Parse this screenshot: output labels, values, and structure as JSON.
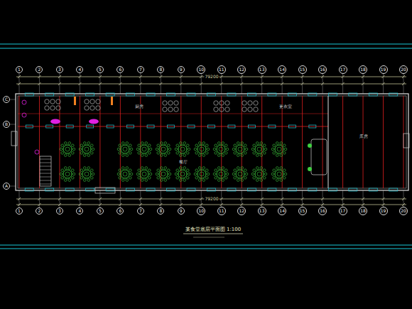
{
  "diagram": {
    "title": "某食堂底层平面图 1:100",
    "nodes": [
      {
        "text": [
          "1"
        ]
      },
      {
        "text": [
          "2"
        ]
      },
      {
        "text": [
          "3"
        ]
      },
      {
        "text": [
          "4"
        ]
      },
      {
        "text": [
          "5"
        ]
      },
      {
        "text": [
          "6"
        ]
      },
      {
        "text": [
          "7"
        ]
      },
      {
        "text": [
          "8"
        ]
      },
      {
        "text": [
          "9"
        ]
      },
      {
        "text": [
          "10"
        ]
      },
      {
        "text": [
          "11"
        ]
      },
      {
        "text": [
          "12"
        ]
      },
      {
        "text": [
          "13"
        ]
      },
      {
        "text": [
          "14"
        ]
      },
      {
        "text": [
          "15"
        ]
      },
      {
        "text": [
          "16"
        ]
      },
      {
        "text": [
          "17"
        ]
      },
      {
        "text": [
          "18"
        ]
      },
      {
        "text": [
          "19"
        ]
      },
      {
        "text": [
          "20"
        ]
      },
      {
        "text": [
          "C"
        ]
      },
      {
        "text": [
          "B"
        ]
      },
      {
        "text": [
          "A"
        ]
      },
      {
        "text": [
          "1"
        ]
      },
      {
        "text": [
          "2"
        ]
      },
      {
        "text": [
          "3"
        ]
      },
      {
        "text": [
          "4"
        ]
      },
      {
        "text": [
          "5"
        ]
      },
      {
        "text": [
          "6"
        ]
      },
      {
        "text": [
          "7"
        ]
      },
      {
        "text": [
          "8"
        ]
      },
      {
        "text": [
          "9"
        ]
      },
      {
        "text": [
          "10"
        ]
      },
      {
        "text": [
          "11"
        ]
      },
      {
        "text": [
          "12"
        ]
      },
      {
        "text": [
          "13"
        ]
      },
      {
        "text": [
          "14"
        ]
      },
      {
        "text": [
          "15"
        ]
      },
      {
        "text": [
          "16"
        ]
      },
      {
        "text": [
          "17"
        ]
      },
      {
        "text": [
          "18"
        ]
      },
      {
        "text": [
          "19"
        ]
      },
      {
        "text": [
          "20"
        ]
      }
    ],
    "labels": [
      "79200",
      "厨房",
      "更衣室",
      "餐厅",
      "库房",
      "79200"
    ]
  }
}
